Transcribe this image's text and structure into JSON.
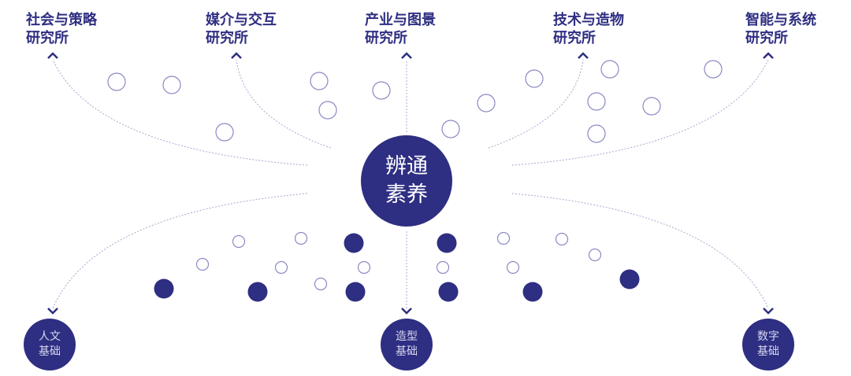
{
  "institutes": [
    {
      "line1": "社会与策略",
      "line2": "研究所"
    },
    {
      "line1": "媒介与交互",
      "line2": "研究所"
    },
    {
      "line1": "产业与图景",
      "line2": "研究所"
    },
    {
      "line1": "技术与造物",
      "line2": "研究所"
    },
    {
      "line1": "智能与系统",
      "line2": "研究所"
    }
  ],
  "center": {
    "line1": "辨通",
    "line2": "素养"
  },
  "foundations": [
    {
      "line1": "人文",
      "line2": "基础"
    },
    {
      "line1": "造型",
      "line2": "基础"
    },
    {
      "line1": "数字",
      "line2": "基础"
    }
  ],
  "colors": {
    "primary": "#2e2e82",
    "outline": "#8a8ac4",
    "line": "#a8a8d0"
  }
}
